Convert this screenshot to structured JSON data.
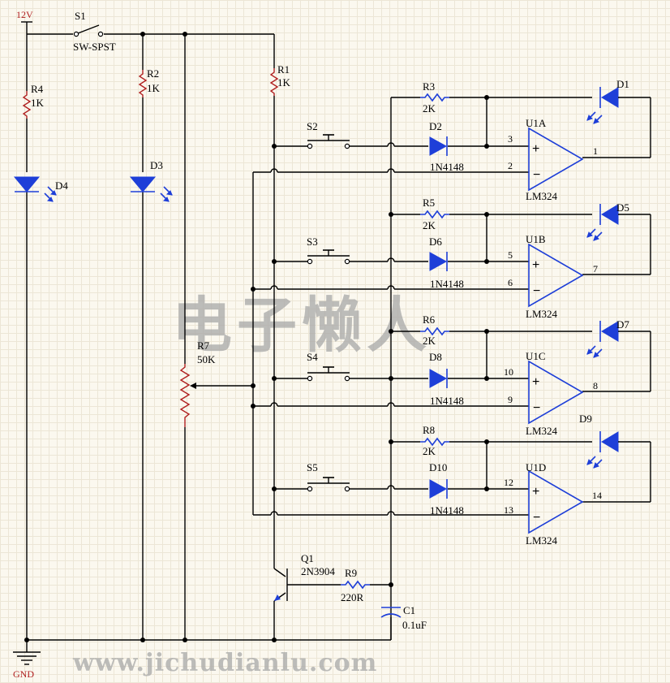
{
  "supply": {
    "label": "12V"
  },
  "ground": {
    "label": "GND"
  },
  "switch": {
    "ref": "S1",
    "value": "SW-SPST"
  },
  "resistors": {
    "r1": {
      "ref": "R1",
      "value": "1K"
    },
    "r2": {
      "ref": "R2",
      "value": "1K"
    },
    "r3": {
      "ref": "R3",
      "value": "2K"
    },
    "r4": {
      "ref": "R4",
      "value": "1K"
    },
    "r5": {
      "ref": "R5",
      "value": "2K"
    },
    "r6": {
      "ref": "R6",
      "value": "2K"
    },
    "r8": {
      "ref": "R8",
      "value": "2K"
    },
    "r9": {
      "ref": "R9",
      "value": "220R"
    }
  },
  "pot": {
    "ref": "R7",
    "value": "50K"
  },
  "transistor": {
    "ref": "Q1",
    "value": "2N3904"
  },
  "capacitor": {
    "ref": "C1",
    "value": "0.1uF"
  },
  "leds": {
    "d1": "D1",
    "d3": "D3",
    "d4": "D4",
    "d5": "D5",
    "d7": "D7",
    "d9": "D9"
  },
  "channels": [
    {
      "button": "S2",
      "diode": "D2",
      "diode_value": "1N4148",
      "res": "R3",
      "res_value": "2K",
      "led": "D1",
      "amp": "U1A",
      "amp_part": "LM324",
      "pin_plus": "3",
      "pin_minus": "2",
      "pin_out": "1"
    },
    {
      "button": "S3",
      "diode": "D6",
      "diode_value": "1N4148",
      "res": "R5",
      "res_value": "2K",
      "led": "D5",
      "amp": "U1B",
      "amp_part": "LM324",
      "pin_plus": "5",
      "pin_minus": "6",
      "pin_out": "7"
    },
    {
      "button": "S4",
      "diode": "D8",
      "diode_value": "1N4148",
      "res": "R6",
      "res_value": "2K",
      "led": "D7",
      "amp": "U1C",
      "amp_part": "LM324",
      "pin_plus": "10",
      "pin_minus": "9",
      "pin_out": "8"
    },
    {
      "button": "S5",
      "diode": "D10",
      "diode_value": "1N4148",
      "res": "R8",
      "res_value": "2K",
      "led": "D9",
      "amp": "U1D",
      "amp_part": "LM324",
      "pin_plus": "12",
      "pin_minus": "13",
      "pin_out": "14"
    }
  ],
  "watermark": {
    "cn": "电子懒人",
    "url": "www.jichudianlu.com"
  }
}
